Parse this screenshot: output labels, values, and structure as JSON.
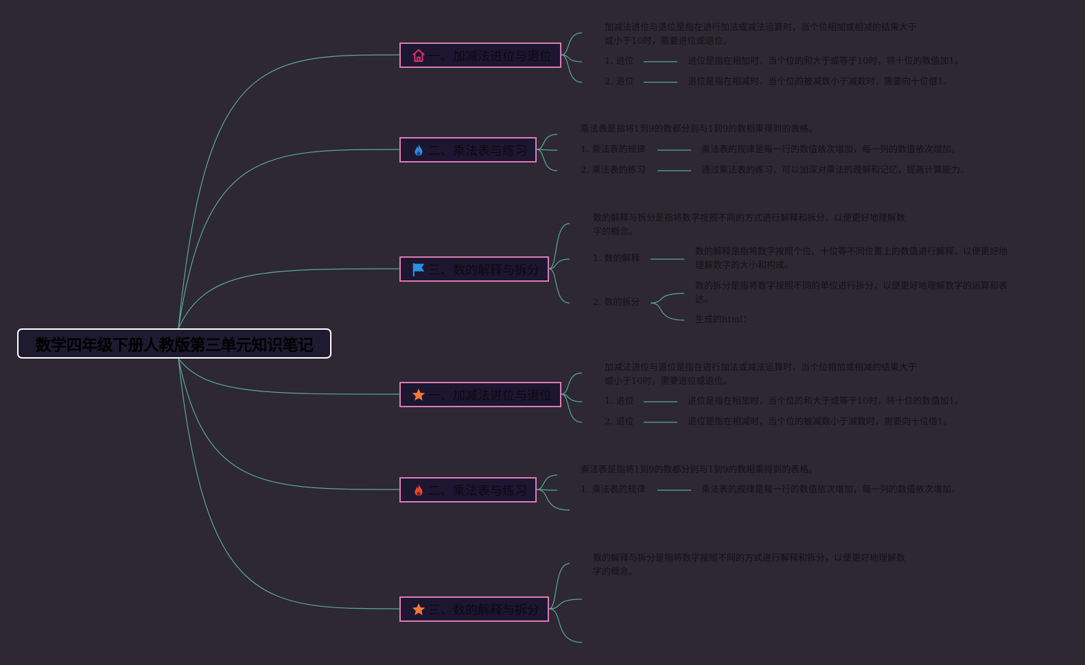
{
  "root": {
    "title": "数学四年级下册人教版第三单元知识笔记"
  },
  "colors": {
    "background": "#2d2833",
    "link": "#5ea9a0",
    "branch_border": "#e07cb6",
    "branch_fill": "#1c1631",
    "root_border": "#ffffff"
  },
  "branches": [
    {
      "icon": "house-icon",
      "icon_color": "#e0306a",
      "label": "一、加减法进位与退位",
      "intro": [
        "加减法进位与退位是指在进行加法或减法运算时，当个位相加或相减的结果大于",
        "或小于10时，需要进位或退位。"
      ],
      "items": [
        {
          "label": "1. 进位",
          "detail": [
            "进位是指在相加时，当个位的和大于或等于10时，将十位的数值加1。"
          ]
        },
        {
          "label": "2. 退位",
          "detail": [
            "退位是指在相减时，当个位的被减数小于减数时，需要向十位借1。"
          ]
        }
      ]
    },
    {
      "icon": "flame-icon",
      "icon_color": "#2a8fe0",
      "label": "二、乘法表与练习",
      "intro": [
        "乘法表是指将1到9的数都分别与1到9的数相乘得到的表格。"
      ],
      "items": [
        {
          "label": "1. 乘法表的规律",
          "detail": [
            "乘法表的规律是每一行的数值依次增加，每一列的数值依次增加。"
          ]
        },
        {
          "label": "2. 乘法表的练习",
          "detail": [
            "通过乘法表的练习，可以加深对乘法的理解和记忆，提高计算能力。"
          ]
        }
      ]
    },
    {
      "icon": "flag-icon",
      "icon_color": "#2a8fe0",
      "label": "三、数的解释与拆分",
      "intro": [
        "数的解释与拆分是指将数字按照不同的方式进行解释和拆分，以便更好地理解数",
        "字的概念。"
      ],
      "items": [
        {
          "label": "1. 数的解释",
          "detail": [
            "数的解释是指将数字按照个位、十位等不同位置上的数值进行解释，以便更好地",
            "理解数字的大小和构成。"
          ]
        },
        {
          "label": "2. 数的拆分",
          "detail": [
            "数的拆分是指将数字按照不同的单位进行拆分，以便更好地理解数字的运算和表",
            "达。"
          ],
          "extra": "生成的html："
        }
      ]
    },
    {
      "icon": "star-icon",
      "icon_color": "#f07a3a",
      "label": "一、加减法进位与退位",
      "intro": [
        "加减法进位与退位是指在进行加法或减法运算时，当个位相加或相减的结果大于",
        "或小于10时，需要进位或退位。"
      ],
      "items": [
        {
          "label": "1. 进位",
          "detail": [
            "进位是指在相加时，当个位的和大于或等于10时，将十位的数值加1。"
          ]
        },
        {
          "label": "2. 退位",
          "detail": [
            "退位是指在相减时，当个位的被减数小于减数时，需要向十位借1。"
          ]
        }
      ]
    },
    {
      "icon": "flame-icon",
      "icon_color": "#f0442a",
      "label": "二、乘法表与练习",
      "intro": [
        "乘法表是指将1到9的数都分别与1到9的数相乘得到的表格。"
      ],
      "items": [
        {
          "label": "1. 乘法表的规律",
          "detail": [
            "乘法表的规律是每一行的数值依次增加，每一列的数值依次增加。"
          ]
        }
      ]
    },
    {
      "icon": "star-icon",
      "icon_color": "#f07a3a",
      "label": "三、数的解释与拆分",
      "intro": [
        "数的解释与拆分是指将数字按照不同的方式进行解释和拆分，以便更好地理解数",
        "字的概念。"
      ],
      "items": []
    }
  ]
}
